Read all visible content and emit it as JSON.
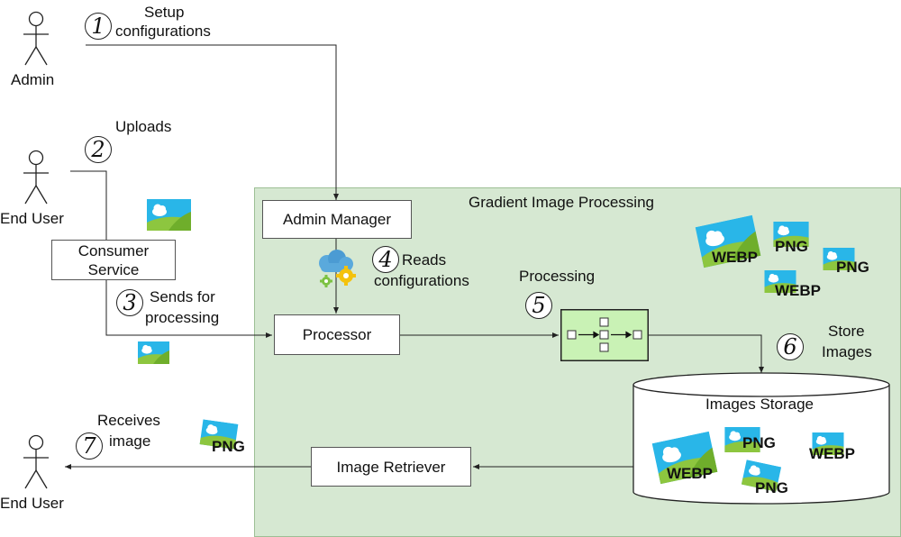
{
  "region": {
    "title": "Gradient Image Processing"
  },
  "actors": {
    "admin": "Admin",
    "end_user_top": "End User",
    "end_user_bottom": "End User"
  },
  "steps": [
    {
      "number": "1",
      "label_line1": "Setup",
      "label_line2": "configurations"
    },
    {
      "number": "2",
      "label_line1": "Uploads",
      "label_line2": ""
    },
    {
      "number": "3",
      "label_line1": "Sends for",
      "label_line2": "processing"
    },
    {
      "number": "4",
      "label_line1": "Reads",
      "label_line2": "configurations"
    },
    {
      "number": "5",
      "label_line1": "Processing",
      "label_line2": ""
    },
    {
      "number": "6",
      "label_line1": "Store",
      "label_line2": "Images"
    },
    {
      "number": "7",
      "label_line1": "Receives",
      "label_line2": "image"
    }
  ],
  "components": {
    "consumer_service_line1": "Consumer",
    "consumer_service_line2": "Service",
    "admin_manager": "Admin Manager",
    "processor": "Processor",
    "image_retriever": "Image Retriever",
    "images_storage": "Images Storage"
  },
  "formats": {
    "webp": "WEBP",
    "png": "PNG"
  },
  "colors": {
    "region_fill": "#d6e8d2",
    "processing_fill": "#c9f2b5",
    "image_sky": "#29b6e8",
    "image_grass": "#8dc63f",
    "cloud": "#ffffff"
  },
  "icons": [
    "person-icon",
    "image-icon",
    "cloud-gear-icon",
    "pipeline-icon",
    "database-icon"
  ]
}
